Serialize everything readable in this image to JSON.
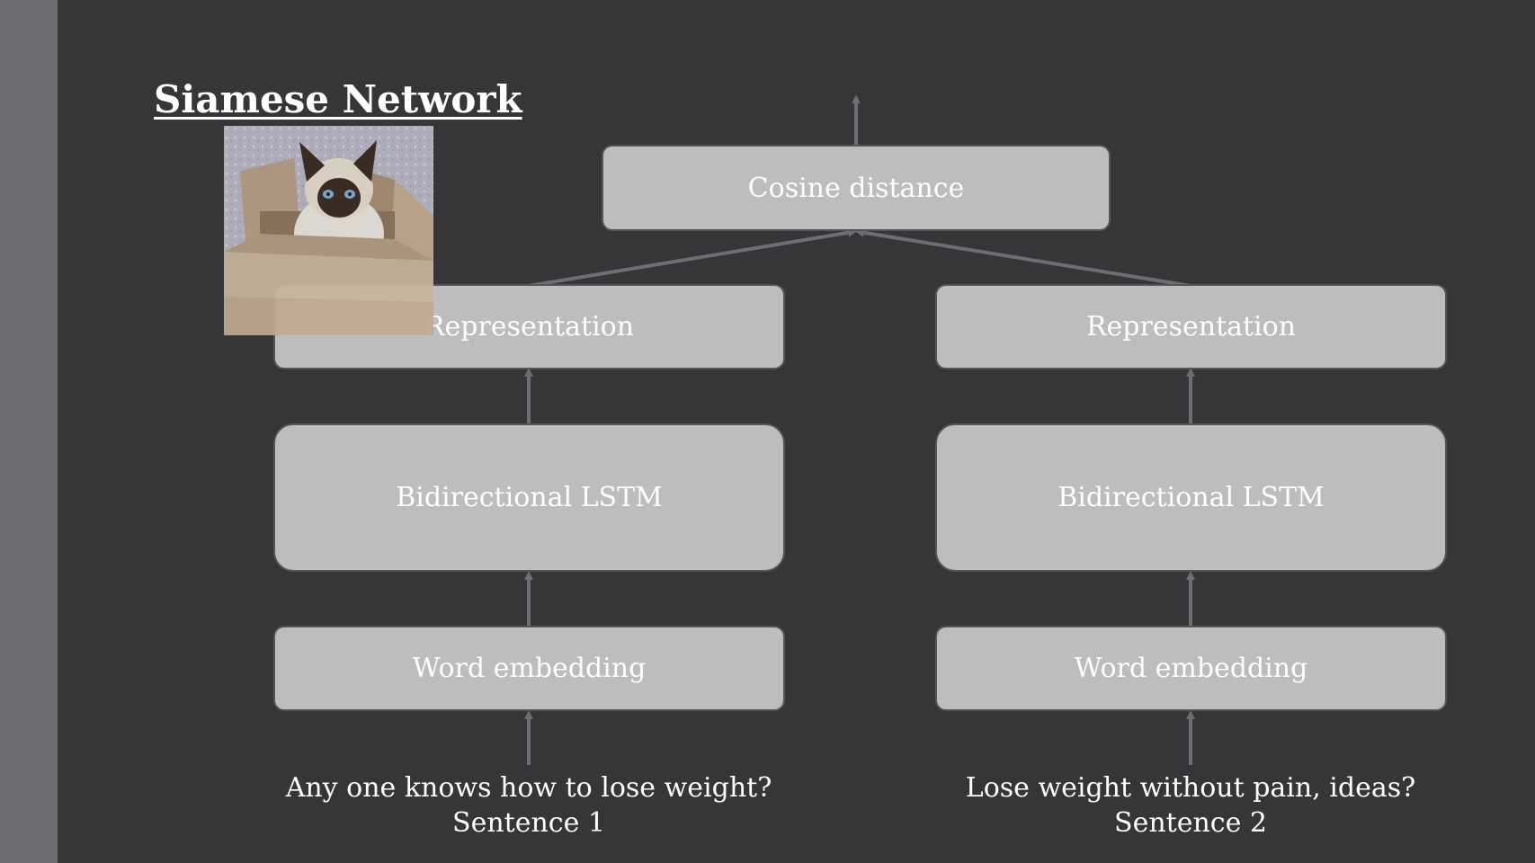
{
  "title": "Siamese Network",
  "colors": {
    "background": "#363638",
    "side_bar": "#6c6b70",
    "node_fill": "#bdbdbd",
    "node_border": "#555557",
    "arrow": "#6e6e72",
    "text": "#ffffff"
  },
  "image": {
    "subject": "siamese-cat-in-cardboard-box"
  },
  "diagram": {
    "top": {
      "label": "Cosine distance"
    },
    "left": {
      "representation": "Representation",
      "lstm": "Bidirectional LSTM",
      "embedding": "Word embedding",
      "input_text": "Any one knows how to lose weight?",
      "input_label": "Sentence 1"
    },
    "right": {
      "representation": "Representation",
      "lstm": "Bidirectional LSTM",
      "embedding": "Word embedding",
      "input_text": "Lose weight without pain, ideas?",
      "input_label": "Sentence 2"
    }
  }
}
